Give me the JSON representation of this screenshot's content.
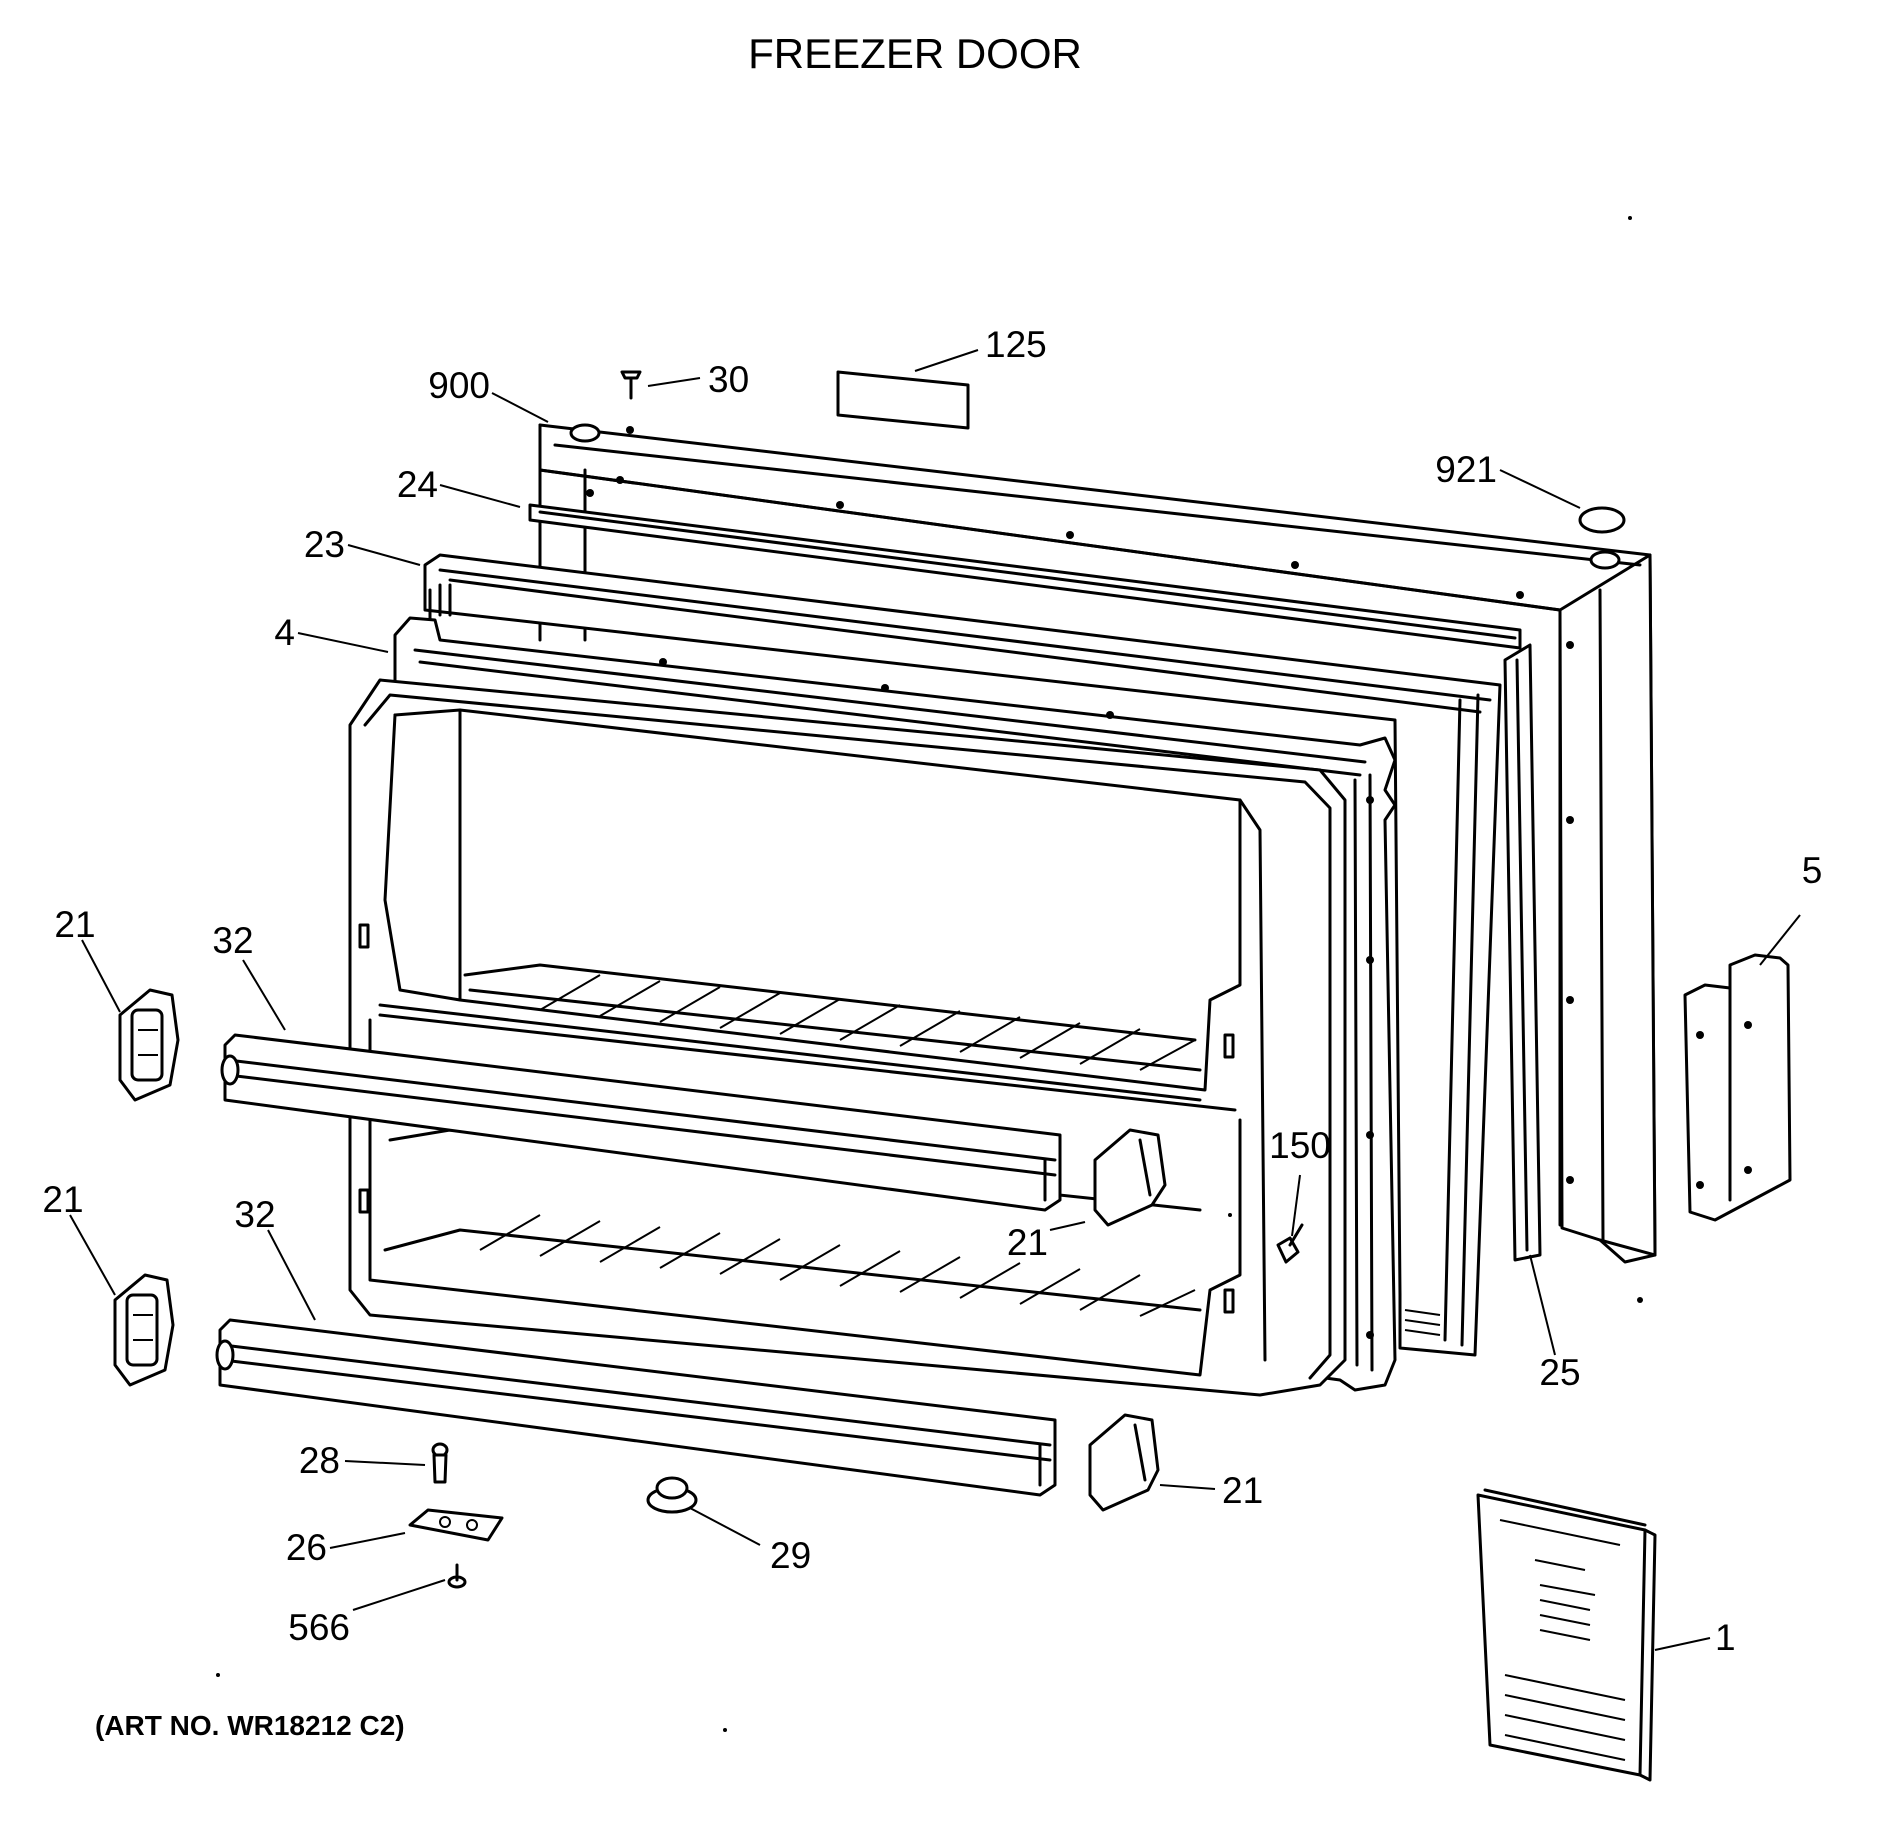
{
  "title": "FREEZER DOOR",
  "art_number": "(ART NO. WR18212 C2)",
  "callouts": {
    "c900": "900",
    "c30": "30",
    "c125": "125",
    "c921": "921",
    "c24": "24",
    "c23": "23",
    "c4": "4",
    "c5": "5",
    "c21_a": "21",
    "c32_a": "32",
    "c21_b": "21",
    "c32_b": "32",
    "c150": "150",
    "c21_c": "21",
    "c25": "25",
    "c28": "28",
    "c26": "26",
    "c566": "566",
    "c29": "29",
    "c21_d": "21",
    "c1": "1"
  }
}
